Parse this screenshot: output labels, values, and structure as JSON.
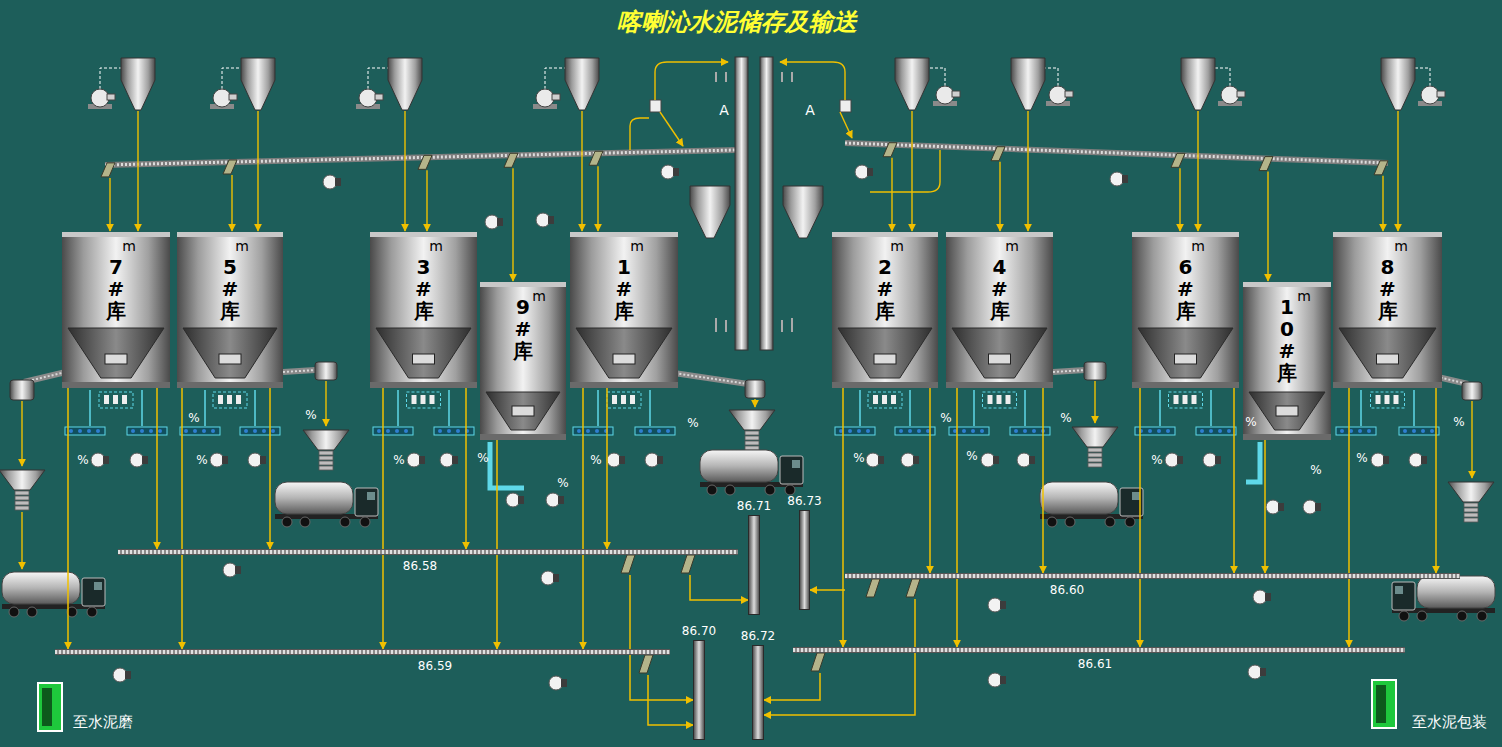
{
  "diagram": {
    "title": "喀喇沁水泥储存及输送",
    "nodes": [
      {
        "text": [
          "7#库",
          "m"
        ]
      },
      {
        "text": [
          "5#库",
          "m"
        ]
      },
      {
        "text": [
          "3#库",
          "m"
        ]
      },
      {
        "text": [
          "9#库",
          "m"
        ]
      },
      {
        "text": [
          "1#库",
          "m"
        ]
      },
      {
        "text": [
          "2#库",
          "m"
        ]
      },
      {
        "text": [
          "4#库",
          "m"
        ]
      },
      {
        "text": [
          "6#库",
          "m"
        ]
      },
      {
        "text": [
          "10#库",
          "m"
        ]
      },
      {
        "text": [
          "8#库",
          "m"
        ]
      },
      {
        "text": [
          "86.58"
        ]
      },
      {
        "text": [
          "86.59"
        ]
      },
      {
        "text": [
          "86.60"
        ]
      },
      {
        "text": [
          "86.61"
        ]
      },
      {
        "text": [
          "86.70"
        ]
      },
      {
        "text": [
          "86.71"
        ]
      },
      {
        "text": [
          "86.72"
        ]
      },
      {
        "text": [
          "86.73"
        ]
      }
    ],
    "edges": [
      {
        "from": 0,
        "to": 11,
        "arrow": "to"
      },
      {
        "from": 0,
        "to": 10,
        "arrow": "to"
      },
      {
        "from": 1,
        "to": 11,
        "arrow": "to"
      },
      {
        "from": 1,
        "to": 10,
        "arrow": "to"
      },
      {
        "from": 2,
        "to": 11,
        "arrow": "to"
      },
      {
        "from": 2,
        "to": 10,
        "arrow": "to"
      },
      {
        "from": 3,
        "to": 11,
        "arrow": "to"
      },
      {
        "from": 4,
        "to": 11,
        "arrow": "to"
      },
      {
        "from": 4,
        "to": 10,
        "arrow": "to"
      },
      {
        "from": 5,
        "to": 13,
        "arrow": "to"
      },
      {
        "from": 5,
        "to": 12,
        "arrow": "to"
      },
      {
        "from": 6,
        "to": 13,
        "arrow": "to"
      },
      {
        "from": 6,
        "to": 12,
        "arrow": "to"
      },
      {
        "from": 7,
        "to": 13,
        "arrow": "to"
      },
      {
        "from": 7,
        "to": 12,
        "arrow": "to"
      },
      {
        "from": 8,
        "to": 12,
        "arrow": "to"
      },
      {
        "from": 9,
        "to": 13,
        "arrow": "to"
      },
      {
        "from": 9,
        "to": 12,
        "arrow": "to"
      },
      {
        "from": 10,
        "to": 14,
        "arrow": "to"
      },
      {
        "from": 10,
        "to": 15,
        "arrow": "to"
      },
      {
        "from": 11,
        "to": 14,
        "arrow": "to"
      },
      {
        "from": 12,
        "to": 17,
        "arrow": "to"
      },
      {
        "from": 13,
        "to": 16,
        "arrow": "to"
      },
      {
        "from": 12,
        "to": 16,
        "arrow": "to"
      }
    ],
    "labels": [
      "A",
      "A",
      "%",
      "%",
      "%",
      "%",
      "%",
      "%",
      "%",
      "%",
      "%",
      "%",
      "%",
      "%",
      "%",
      "%",
      "%",
      "%",
      "%",
      "%",
      "至水泥磨",
      "至水泥包装"
    ]
  }
}
